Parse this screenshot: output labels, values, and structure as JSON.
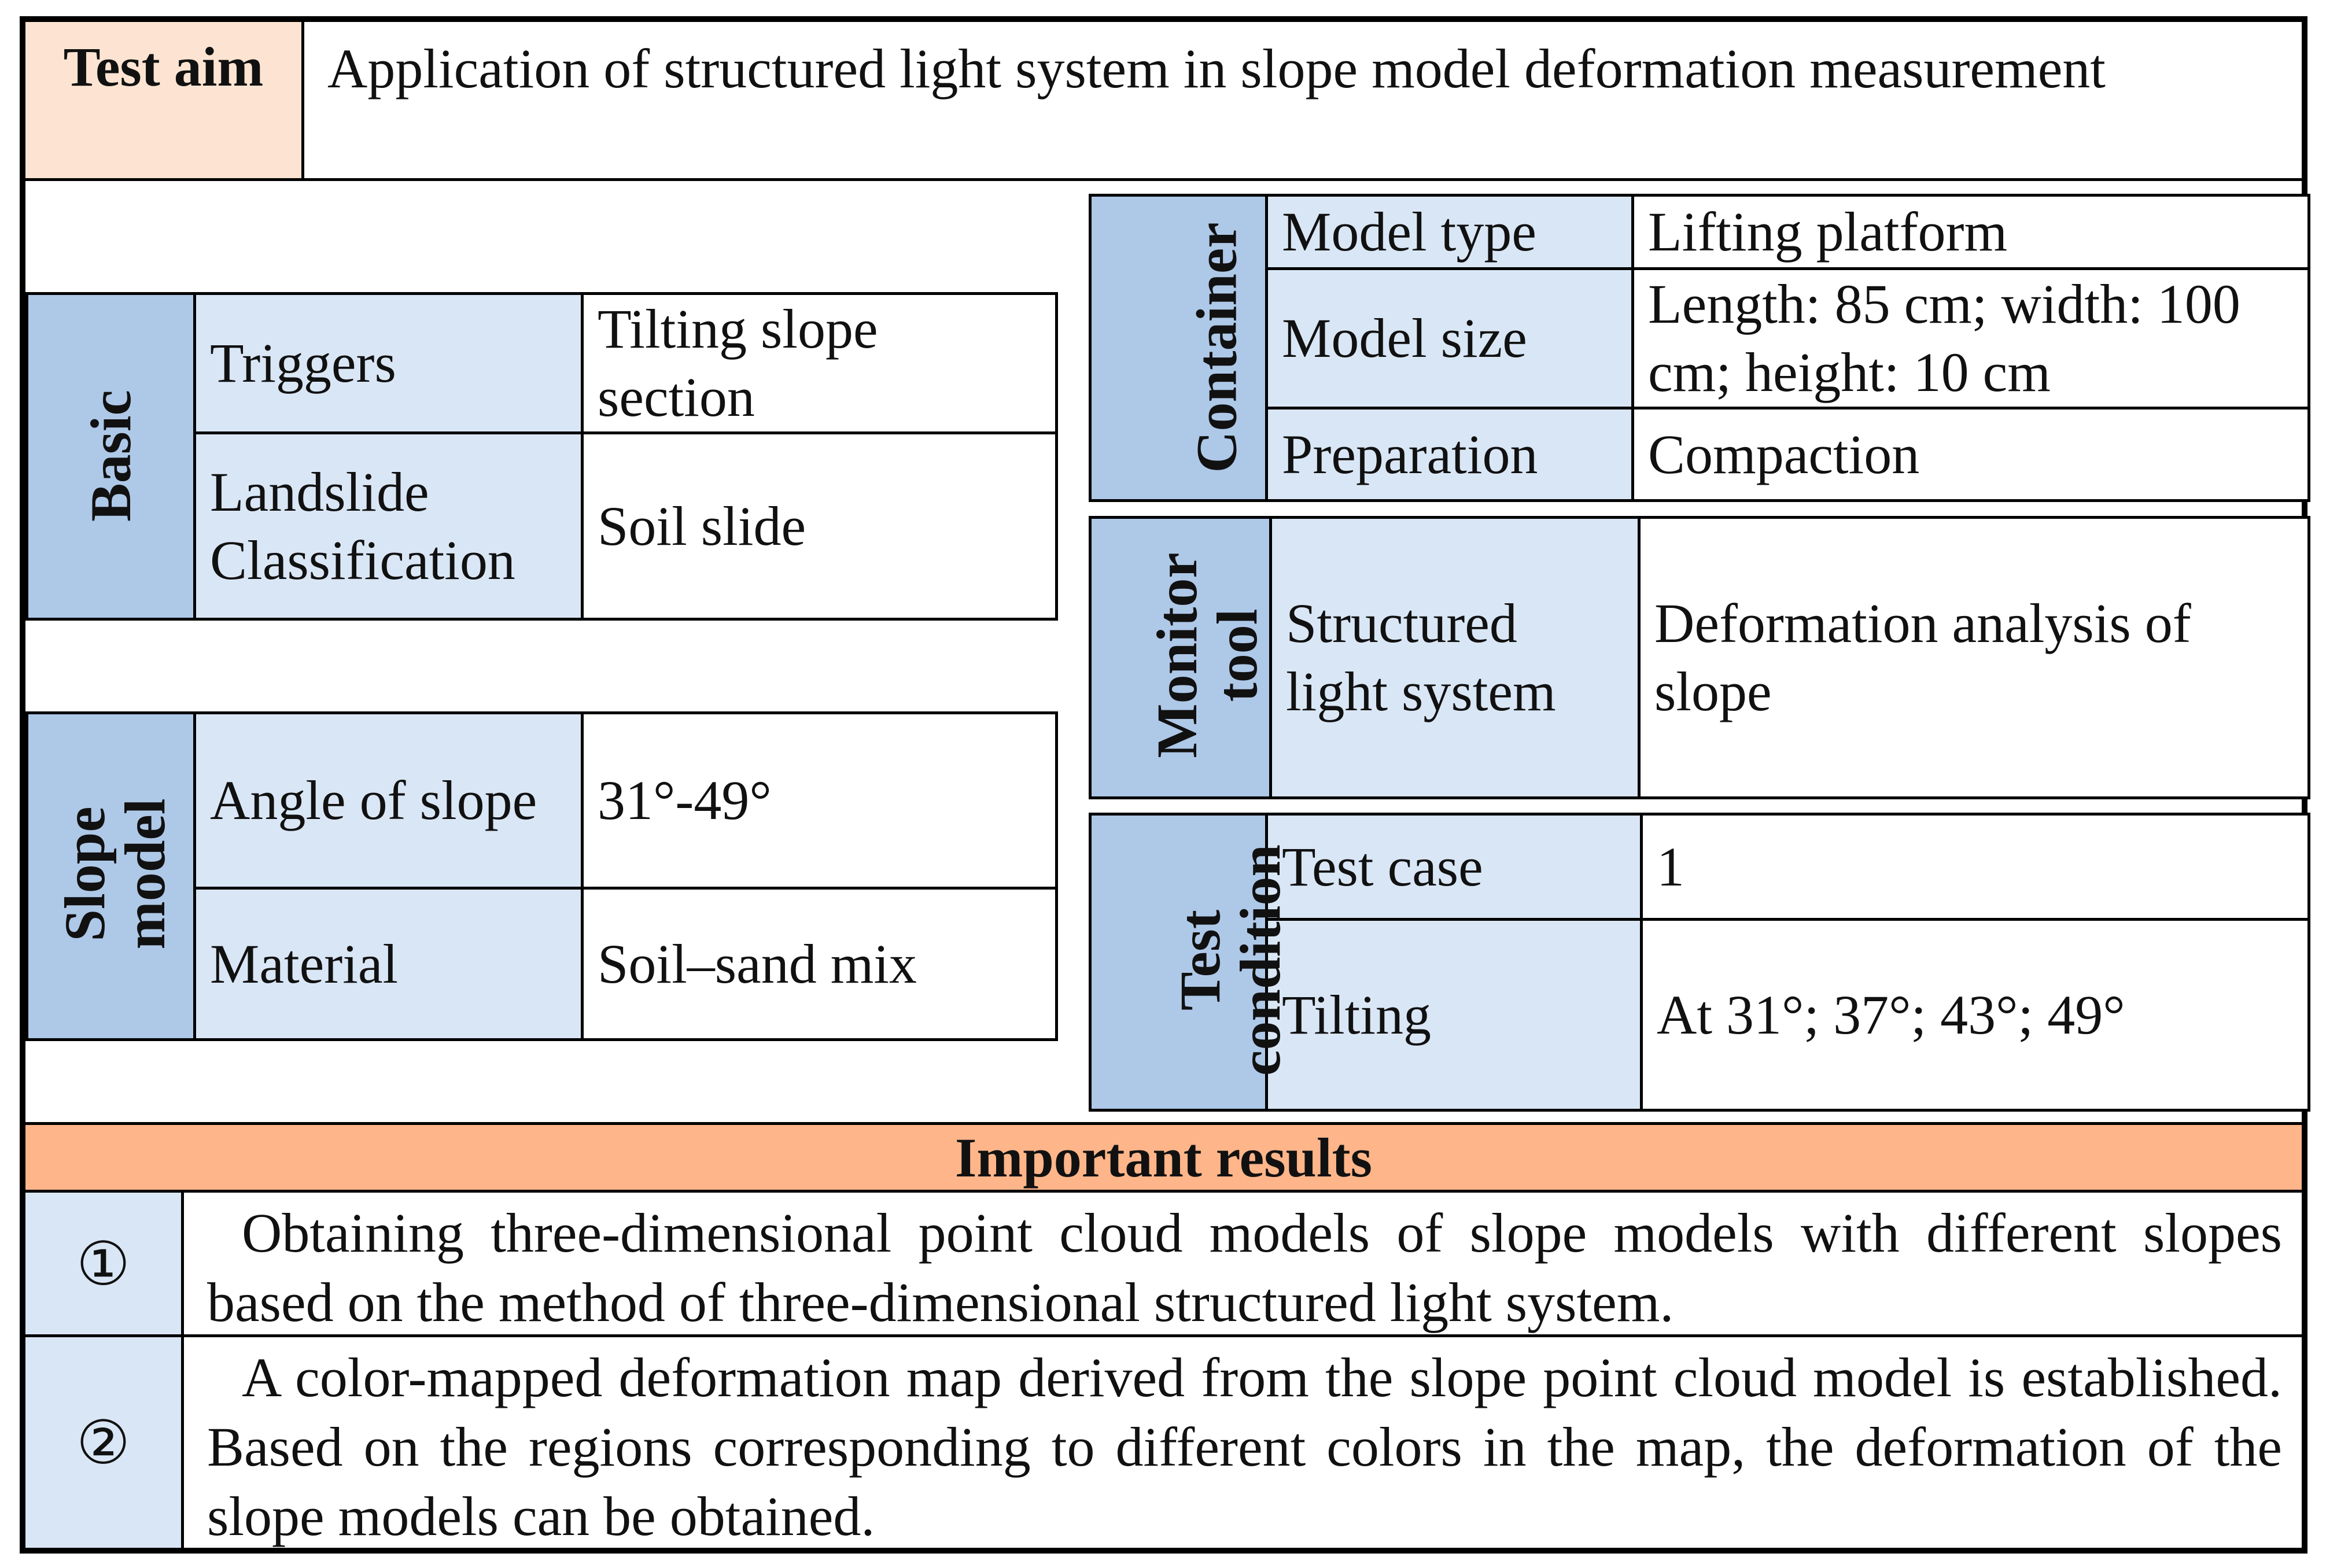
{
  "test_aim": {
    "label": "Test aim",
    "text": "Application of structured light system in slope model deformation measurement"
  },
  "basic": {
    "header": "Basic",
    "rows": [
      {
        "label": "Triggers",
        "value": "Tilting slope section"
      },
      {
        "label": "Landslide Classification",
        "value": "Soil slide"
      }
    ]
  },
  "slope_model": {
    "header": "Slope model",
    "rows": [
      {
        "label": "Angle of slope",
        "value": "31°-49°"
      },
      {
        "label": "Material",
        "value": "Soil–sand mix"
      }
    ]
  },
  "container": {
    "header": "Container",
    "rows": [
      {
        "label": "Model type",
        "value": "Lifting platform"
      },
      {
        "label": "Model size",
        "value": "Length: 85 cm; width: 100 cm; height: 10 cm"
      },
      {
        "label": "Preparation",
        "value": "Compaction"
      }
    ]
  },
  "monitor_tool": {
    "header": "Monitor tool",
    "rows": [
      {
        "label": "Structured light system",
        "value": "Deformation analysis of slope"
      }
    ]
  },
  "test_condition": {
    "header": "Test condition",
    "rows": [
      {
        "label": "Test case",
        "value": "1"
      },
      {
        "label": "Tilting",
        "value": "At 31°; 37°; 43°; 49°"
      }
    ]
  },
  "important_results": {
    "title": "Important results",
    "items": [
      {
        "num": "①",
        "text": "Obtaining three-dimensional point cloud models of slope models with different slopes based on the method of three-dimensional structured light system."
      },
      {
        "num": "②",
        "text": "A color-mapped deformation map derived from the slope point cloud model is established. Based on the regions corresponding to different colors in the map, the deformation of the slope models can be obtained."
      }
    ]
  },
  "colors": {
    "header_blue": "#aec8e8",
    "label_blue": "#d9e6f5",
    "aim_peach": "#fde4d2",
    "results_orange": "#fdb589"
  }
}
